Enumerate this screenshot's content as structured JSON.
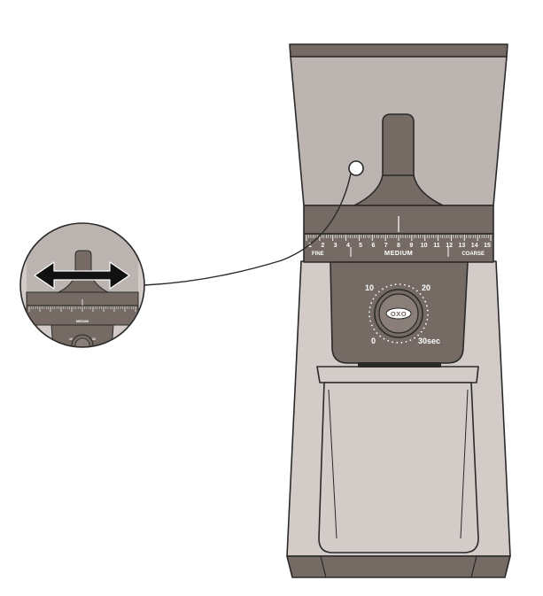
{
  "grind_dial": {
    "numbers": [
      "1",
      "2",
      "3",
      "4",
      "5",
      "6",
      "7",
      "8",
      "9",
      "10",
      "11",
      "12",
      "13",
      "14",
      "15"
    ],
    "fine_label": "FINE",
    "medium_label": "MEDIUM",
    "coarse_label": "COARSE"
  },
  "timer_dial": {
    "label_0": "0",
    "label_10": "10",
    "label_20": "20",
    "label_30": "30sec",
    "brand": "OXO"
  },
  "zoom_callout": {
    "medium_label": "MEDIUM",
    "timer_label_10": "10",
    "timer_label_20": "20"
  },
  "colors": {
    "hopper": "#bcb4b0",
    "body": "#d2cbc7",
    "dark_taupe": "#756a64",
    "outline": "#2a2a2a",
    "arrow": "#111111"
  }
}
